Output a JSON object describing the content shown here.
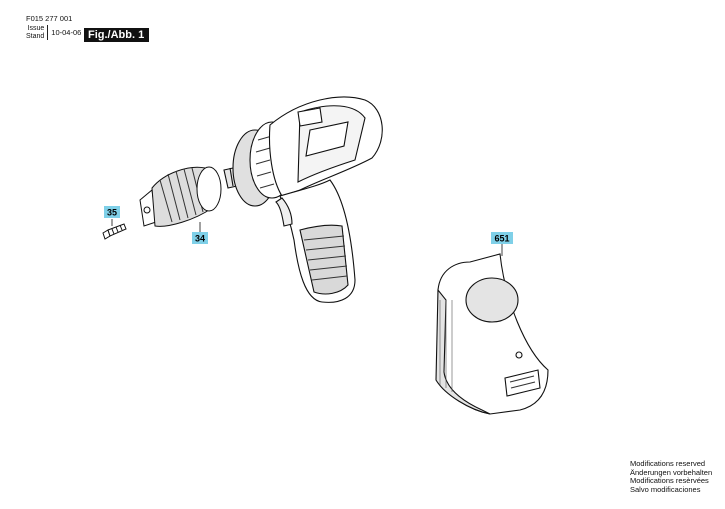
{
  "header": {
    "doc_code": "F015 277 001",
    "issue_label": "Issue",
    "stand_label": "Stand",
    "date": "10-04-06",
    "figure_label": "Fig./Abb. 1"
  },
  "callouts": [
    {
      "id": "35",
      "color": "#7fd0e8"
    },
    {
      "id": "34",
      "color": "#7fd0e8"
    },
    {
      "id": "651",
      "color": "#7fd0e8"
    }
  ],
  "footer": {
    "notes": [
      "Modifications reserved",
      "Änderungen vorbehalten",
      "Modifications resèrvées",
      "Salvo modificaciones"
    ]
  }
}
